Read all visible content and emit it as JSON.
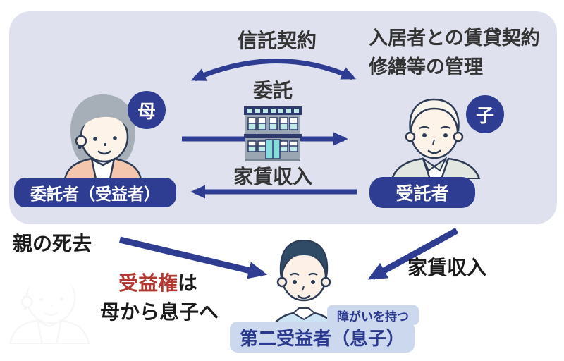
{
  "colors": {
    "panel_bg": "#dfe2ee",
    "navy": "#2e3c92",
    "light_badge_bg": "#ccd8ee",
    "light_badge_text": "#2b3a8f",
    "red_accent": "#b23831",
    "text_dark": "#333333",
    "text_black": "#1a1a1a"
  },
  "panel": {
    "trust_contract": "信託契約",
    "notes": [
      "入居者との賃貸契約",
      "修繕等の管理"
    ],
    "delegation": "委託",
    "rent_income": "家賃収入",
    "mother_badge": "母",
    "mother_role": "委託者（受益者）",
    "son_badge": "子",
    "son_role": "受託者"
  },
  "bottom": {
    "parent_death": "親の死去",
    "benefit_right": "受益権",
    "benefit_right_suffix": "は",
    "benefit_transfer": "母から息子へ",
    "rent_income": "家賃収入",
    "disability_badge": "障がいを持つ",
    "second_beneficiary": "第二受益者（息子）"
  }
}
